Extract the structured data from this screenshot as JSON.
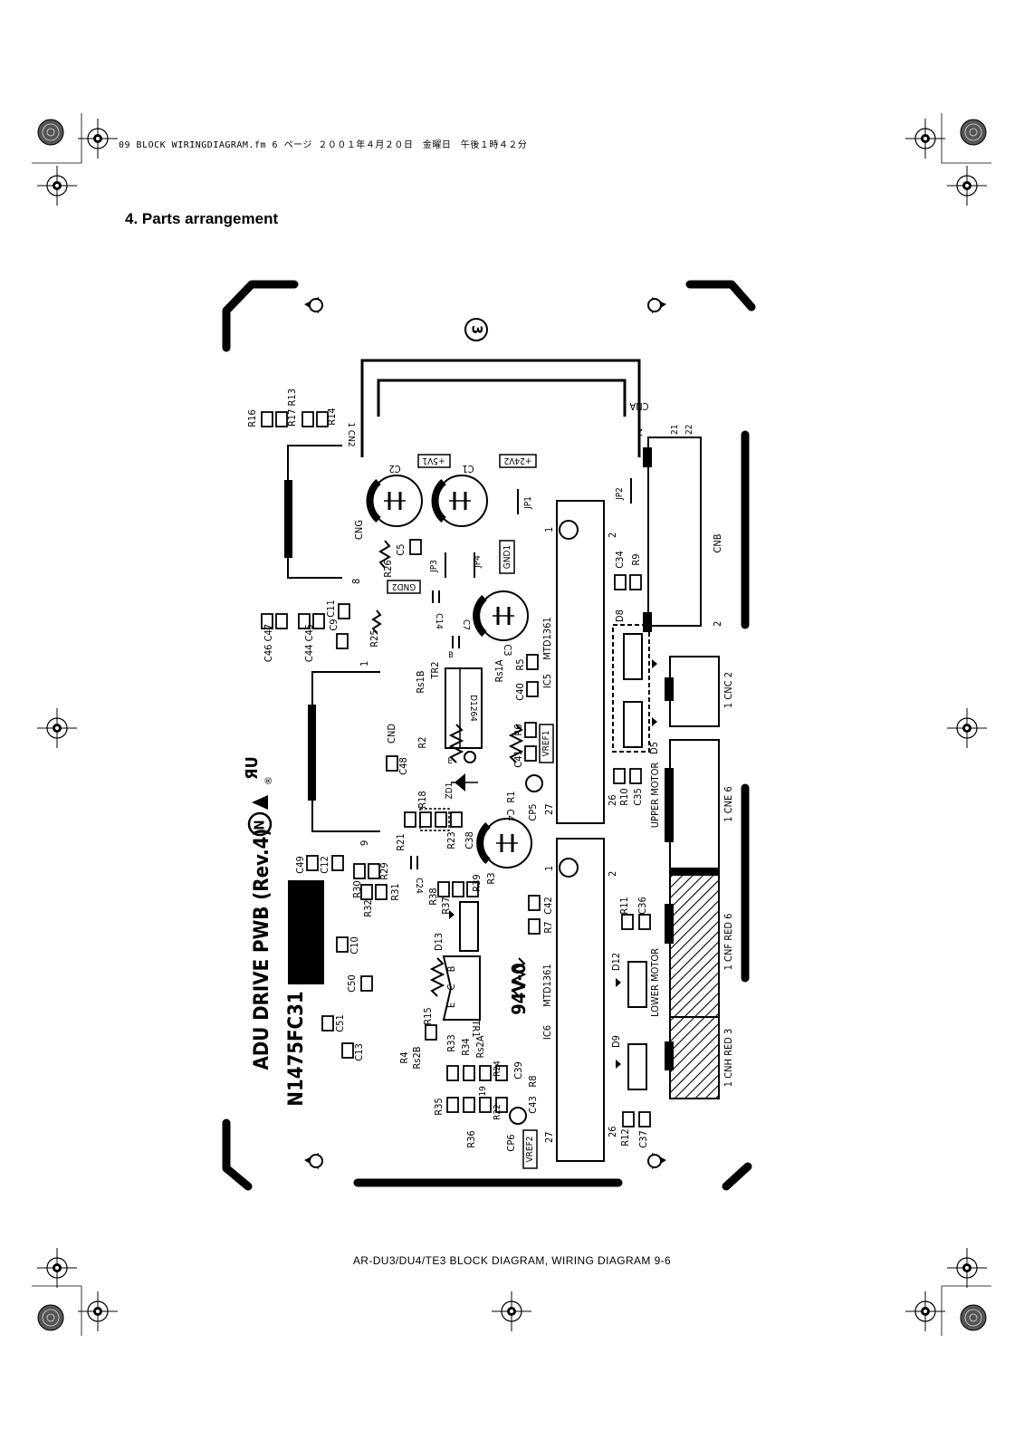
{
  "header": {
    "file_line": "09 BLOCK WIRINGDIAGRAM.fm  6 ページ  ２００１年４月２０日　金曜日　午後１時４２分"
  },
  "section_title": "4. Parts arrangement",
  "board": {
    "name": "ADU DRIVE PWB (Rev.4)",
    "part_number": "N1475FC31",
    "rating": "94V-0",
    "circled_n": "N",
    "circled_3": "3",
    "registered": "®",
    "cna": "CNA",
    "cng": "CNG",
    "cnd": "CND",
    "cnb": "CNB",
    "cnc": "1 CNC 2",
    "cne": "1    CNE    6",
    "cnf": "1   CNF   RED 6",
    "cnh": "1 CNH RED 3",
    "upper_motor": "UPPER MOTOR",
    "lower_motor": "LOWER MOTOR",
    "ic5": "IC5",
    "ic6": "IC6",
    "mtd_a": "MTD1361",
    "mtd_b": "MTD1361",
    "d1264": "D1264",
    "c1": "C1",
    "c2": "C2",
    "c3": "C3",
    "c4": "C4",
    "plus5v1": "+5V1",
    "plus24v2": "+24V2",
    "gnd1": "GND1",
    "gnd2": "GND2",
    "vref1": "VREF1",
    "vref2": "VREF2",
    "jp1": "JP1",
    "jp2": "JP2",
    "jp3": "JP3",
    "jp4": "JP4",
    "tr1": "TR1",
    "tr2": "TR2",
    "zd1": "ZD1",
    "cp5": "CP5",
    "cp6": "CP6",
    "ecb_e": "E",
    "ecb_c": "C",
    "ecb_b": "B",
    "pin_1": "1",
    "pin_2": "2",
    "pin_8": "8",
    "pin_9": "9",
    "pin_21": "21",
    "pin_22": "22",
    "pin_26": "26",
    "pin_27": "27",
    "labels_group_top": "R16  R17  R13  R14  1  CN2",
    "r26": "R26",
    "r25": "R25",
    "c5": "C5",
    "c14": "C14",
    "c7": "C7",
    "c9": "C9",
    "c11": "C11",
    "c44": "C44",
    "c45": "C45",
    "c46": "C46",
    "c47": "C47",
    "rs1a": "Rs1A",
    "rs1b": "Rs1B",
    "r5": "R5",
    "c40": "C40",
    "r6": "R6",
    "c41": "C41",
    "r2": "R2",
    "c48": "C48",
    "r1": "R1",
    "r18": "R18",
    "r21": "R21",
    "r23": "R23",
    "c38": "C38",
    "c49": "C49",
    "c12": "C12",
    "r29": "R29",
    "r30": "R30",
    "r31": "R31",
    "r32": "R32",
    "c24": "C24",
    "r38": "R38",
    "r37": "R37",
    "r39": "R39",
    "r3": "R3",
    "c42": "C42",
    "r7": "R7",
    "c10": "C10",
    "d13": "D13",
    "c50": "C50",
    "c51": "C51",
    "c13": "C13",
    "r15": "R15",
    "r4": "R4",
    "rs2b": "Rs2B",
    "r33": "R33",
    "r34": "R34",
    "rs2a": "Rs2A",
    "r19": "R19",
    "r24": "R24",
    "c39": "C39",
    "r8": "R8",
    "r35": "R35",
    "r22": "R22",
    "c43": "C43",
    "r36": "R36",
    "c34": "C34",
    "r9": "R9",
    "d8": "D8",
    "d5": "D5",
    "r10": "R10",
    "c35": "C35",
    "r11": "R11",
    "c36": "C36",
    "d12": "D12",
    "d9": "D9",
    "r12": "R12",
    "c37": "C37"
  },
  "footer": "AR-DU3/DU4/TE3 BLOCK DIAGRAM, WIRING DIAGRAM 9-6"
}
